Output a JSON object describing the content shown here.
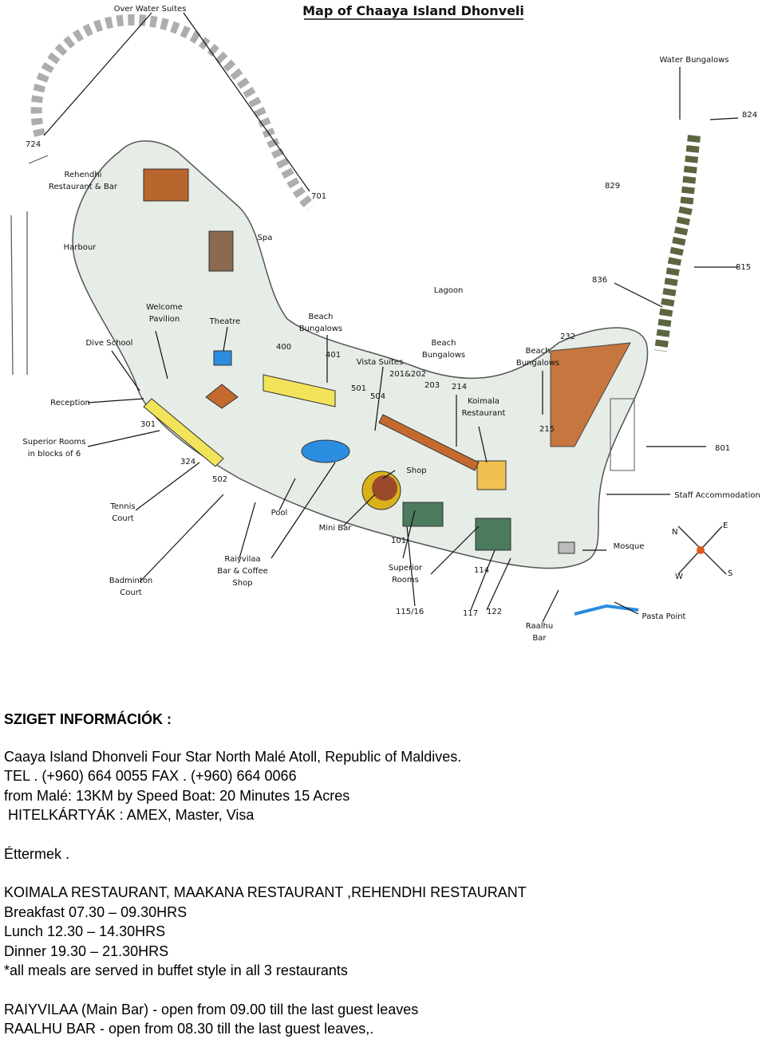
{
  "map": {
    "title": "Map of Chaaya Island Dhonveli",
    "labels": {
      "over_water_suites": "Over Water Suites",
      "water_bungalows": "Water Bungalows",
      "rehendhi": "Rehendhi",
      "restaurant_bar": "Restaurant & Bar",
      "harbour": "Harbour",
      "spa": "Spa",
      "lagoon": "Lagoon",
      "welcome": "Welcome",
      "pavilion": "Pavilion",
      "theatre": "Theatre",
      "dive_school": "Dive School",
      "beach": "Beach",
      "bungalows": "Bungalows",
      "vista_suites": "Vista Suites",
      "koimala": "Koimala",
      "restaurant": "Restaurant",
      "reception": "Reception",
      "superior_rooms": "Superior Rooms",
      "in_blocks": "in blocks of 6",
      "tennis": "Tennis",
      "court": "Court",
      "shop": "Shop",
      "pool": "Pool",
      "mini_bar": "Mini Bar",
      "raiyvilaa": "Raiyvilaa",
      "bar_coffee": "Bar & Coffee",
      "shop2": "Shop",
      "badminton": "Badminton",
      "court2": "Court",
      "superior": "Superior",
      "rooms": "Rooms",
      "raalhu": "Raalhu",
      "bar": "Bar",
      "mosque": "Mosque",
      "staff_accommodation": "Staff Accommodation",
      "pasta_point": "Pasta Point",
      "compass_n": "N",
      "compass_e": "E",
      "compass_s": "S",
      "compass_w": "W"
    },
    "numbers": {
      "n724": "724",
      "n701": "701",
      "n824": "824",
      "n829": "829",
      "n815": "815",
      "n836": "836",
      "n232": "232",
      "n400": "400",
      "n401": "401",
      "n2016202": "201&202",
      "n203": "203",
      "n214": "214",
      "n501": "501",
      "n504": "504",
      "n215": "215",
      "n801": "801",
      "n301": "301",
      "n324": "324",
      "n502": "502",
      "n101": "101",
      "n114": "114",
      "n11516": "115/16",
      "n117": "117",
      "n122": "122"
    }
  },
  "info": {
    "heading": "SZIGET INFORMÁCIÓK :",
    "line1": "Caaya Island Dhonveli Four Star  North Malé Atoll, Republic of Maldives.",
    "line2": "TEL . (+960) 664 0055  FAX . (+960) 664 0066",
    "line3": "from Malé: 13KM  by Speed Boat: 20 Minutes    15 Acres",
    "line4": " HITELKÁRTYÁK : AMEX, Master, Visa",
    "restaurants_heading": "Éttermek .",
    "restaurants": "KOIMALA RESTAURANT,  MAAKANA RESTAURANT ,REHENDHI RESTAURANT",
    "breakfast": "Breakfast 07.30 – 09.30HRS",
    "lunch": "Lunch 12.30 – 14.30HRS",
    "dinner": "Dinner 19.30 – 21.30HRS",
    "buffet_note": "*all meals are served in buffet style in all 3 restaurants",
    "raiyvilaa_bar": "RAIYVILAA (Main Bar) - open from 09.00 till the last guest leaves",
    "raalhu_bar": "RAALHU BAR  - open from 08.30 till the last guest leaves,."
  }
}
